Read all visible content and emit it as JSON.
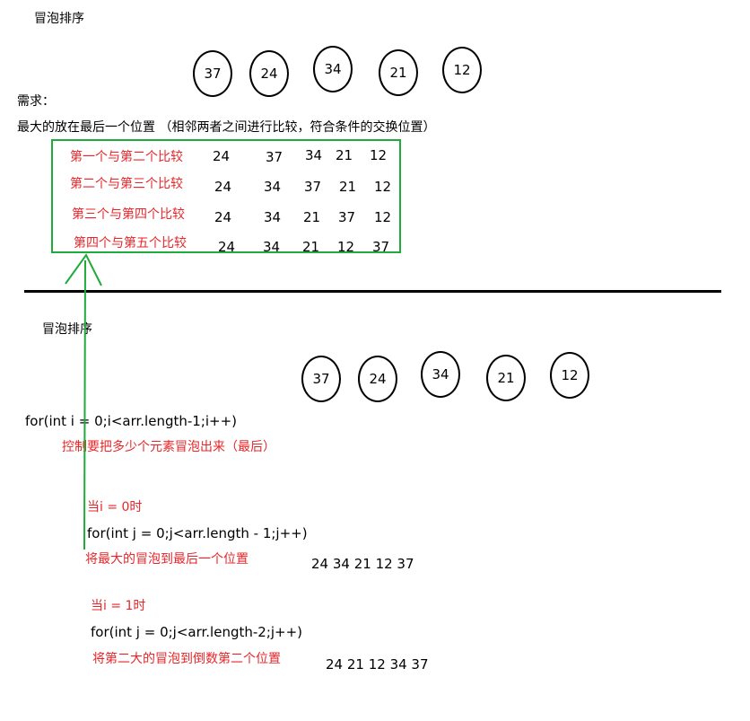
{
  "section1": {
    "title": "冒泡排序",
    "circles": [
      "37",
      "24",
      "34",
      "21",
      "12"
    ]
  },
  "requirement": {
    "label": "需求：",
    "text": "最大的放在最后一个位置  （相邻两者之间进行比较，符合条件的交换位置）"
  },
  "comparisons": [
    {
      "label": "第一个与第二个比较",
      "values": [
        "24",
        "37",
        "34",
        "21",
        "12"
      ]
    },
    {
      "label": "第二个与第三个比较",
      "values": [
        "24",
        "34",
        "37",
        "21",
        "12"
      ]
    },
    {
      "label": "第三个与第四个比较",
      "values": [
        "24",
        "34",
        "21",
        "37",
        "12"
      ]
    },
    {
      "label": "第四个与第五个比较",
      "values": [
        "24",
        "34",
        "21",
        "12",
        "37"
      ]
    }
  ],
  "section2": {
    "title": "冒泡排序",
    "circles": [
      "37",
      "24",
      "34",
      "21",
      "12"
    ]
  },
  "outer_loop": {
    "code": "for(int i = 0;i<arr.length-1;i++)",
    "note": "控制要把多少个元素冒泡出来（最后）"
  },
  "pass1": {
    "when": "当i = 0时",
    "code": "for(int j = 0;j<arr.length - 1;j++)",
    "note": "将最大的冒泡到最后一个位置",
    "result": "24  34  21  12  37"
  },
  "pass2": {
    "when": "当i = 1时",
    "code": "for(int j = 0;j<arr.length-2;j++)",
    "note": "将第二大的冒泡到倒数第二个位置",
    "result": "24  21  12  34  37"
  },
  "colors": {
    "annotation_red": "#e8262a",
    "highlight_green": "#1faa3c",
    "text_black": "#000000"
  }
}
